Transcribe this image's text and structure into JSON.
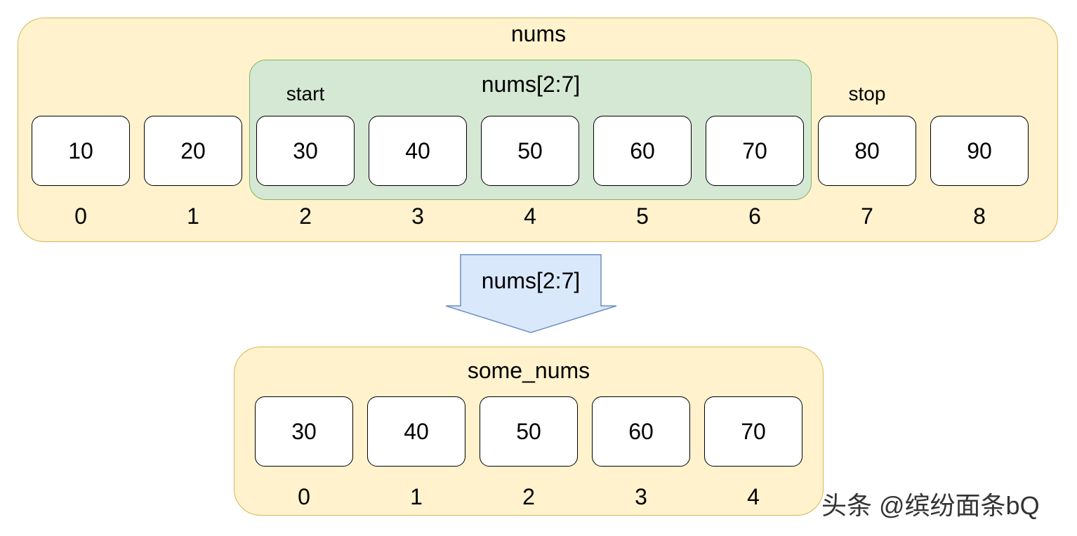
{
  "top_array": {
    "title": "nums",
    "values": [
      "10",
      "20",
      "30",
      "40",
      "50",
      "60",
      "70",
      "80",
      "90"
    ],
    "indices": [
      "0",
      "1",
      "2",
      "3",
      "4",
      "5",
      "6",
      "7",
      "8"
    ],
    "start_label": "start",
    "stop_label": "stop",
    "slice_label": "nums[2:7]"
  },
  "arrow": {
    "label": "nums[2:7]"
  },
  "bottom_array": {
    "title": "some_nums",
    "values": [
      "30",
      "40",
      "50",
      "60",
      "70"
    ],
    "indices": [
      "0",
      "1",
      "2",
      "3",
      "4"
    ]
  },
  "watermark": "头条 @缤纷面条bQ",
  "colors": {
    "container_fill": "#fff2cc",
    "container_border": "#d6b656",
    "slice_fill": "#d5e8d4",
    "slice_border": "#82b366",
    "arrow_fill": "#dae8fc",
    "arrow_border": "#6c8ebf"
  }
}
